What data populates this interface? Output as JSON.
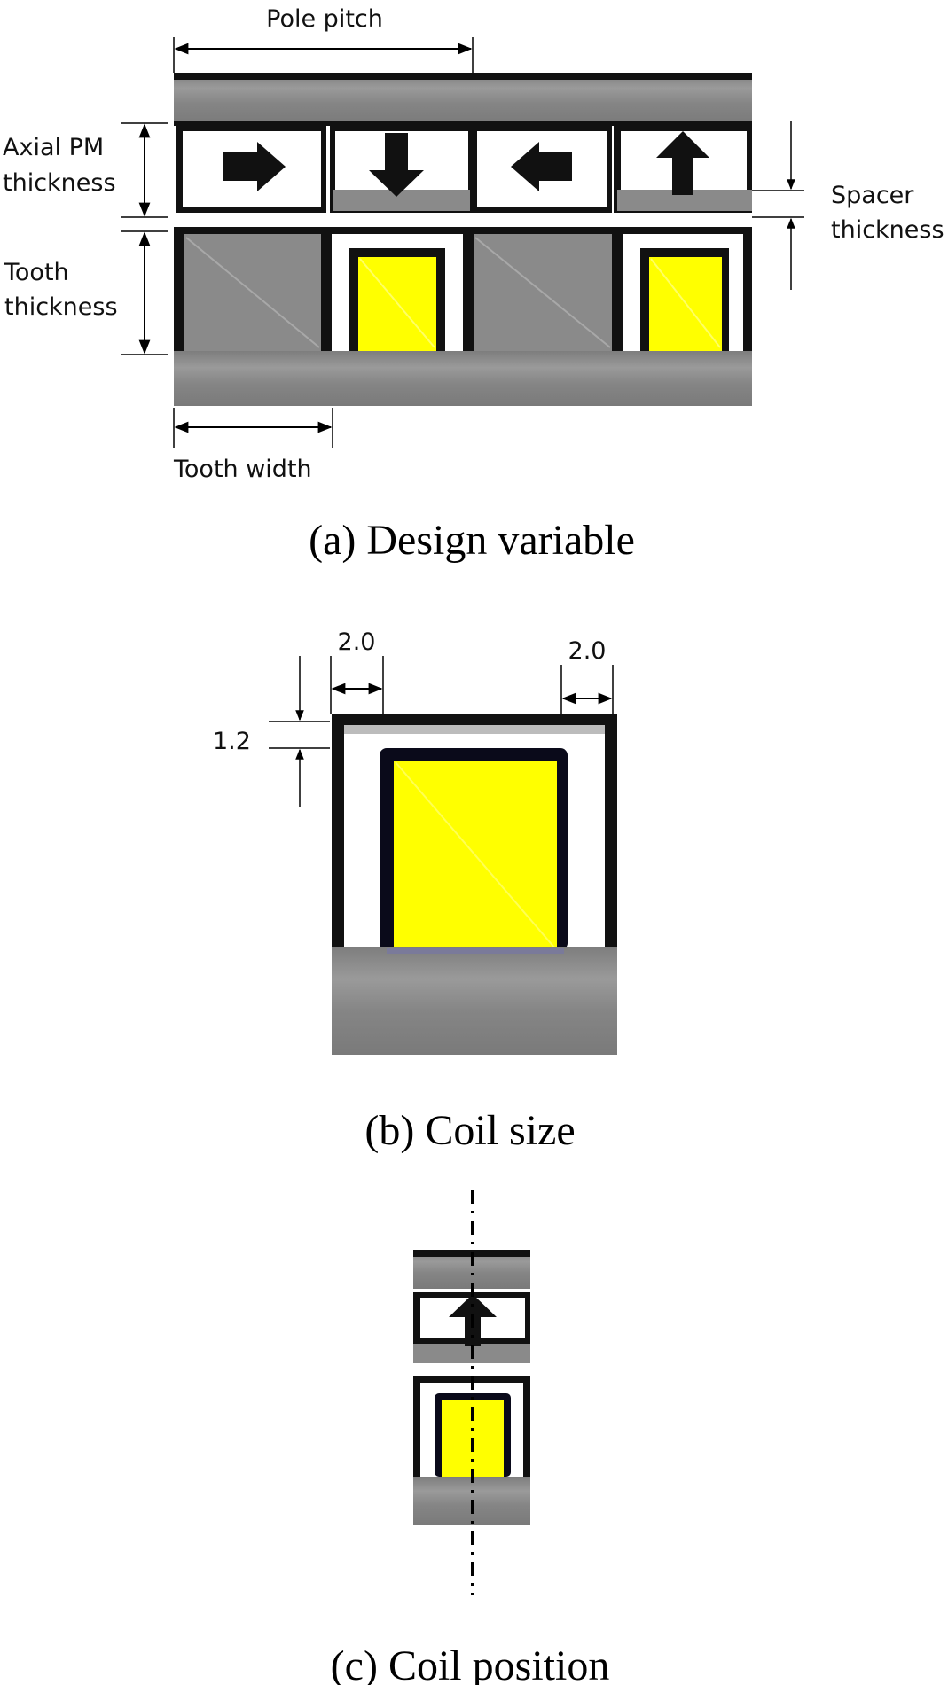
{
  "figure_a": {
    "caption": "(a) Design variable",
    "labels": {
      "pole_pitch": "Pole pitch",
      "axial_pm_line1": "Axial PM",
      "axial_pm_line2": "thickness",
      "tooth_line1": "Tooth",
      "tooth_line2": "thickness",
      "spacer_line1": "Spacer",
      "spacer_line2": "thickness",
      "tooth_width": "Tooth width"
    },
    "magnets": [
      "arrow-right",
      "arrow-down",
      "arrow-left",
      "arrow-up"
    ]
  },
  "figure_b": {
    "caption": "(b) Coil size",
    "dimensions": {
      "left_width": "2.0",
      "right_width": "2.0",
      "top_thickness": "1.2"
    }
  },
  "figure_c": {
    "caption": "(c) Coil position"
  },
  "colors": {
    "coil": "#ffff00",
    "iron": "#8a8a8a",
    "outline": "#000000",
    "background": "#ffffff"
  }
}
